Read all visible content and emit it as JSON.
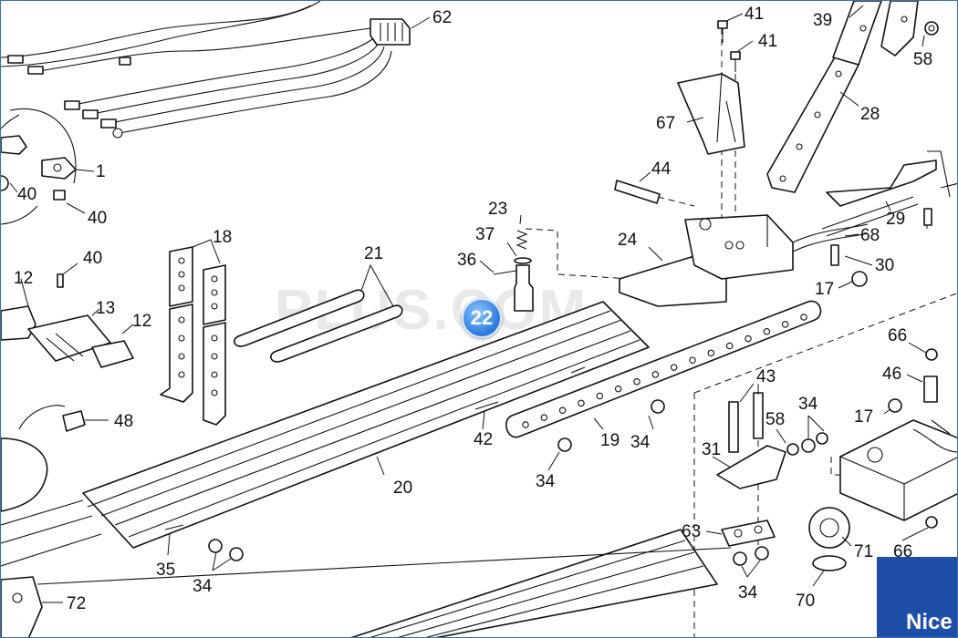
{
  "watermark": "PLUS.COM",
  "badge": "22",
  "brand": "Nice",
  "callouts": {
    "c62": "62",
    "c41a": "41",
    "c41b": "41",
    "c39": "39",
    "c58a": "58",
    "c28": "28",
    "c67": "67",
    "c44": "44",
    "c1": "1",
    "c40a": "40",
    "c40b": "40",
    "c40c": "40",
    "c12a": "12",
    "c12b": "12",
    "c13": "13",
    "c18": "18",
    "c21": "21",
    "c23": "23",
    "c37": "37",
    "c36": "36",
    "c24": "24",
    "c29": "29",
    "c68": "68",
    "c30": "30",
    "c17a": "17",
    "c17b": "17",
    "c66a": "66",
    "c66b": "66",
    "c46": "46",
    "c48": "48",
    "c42": "42",
    "c19": "19",
    "c34a": "34",
    "c34b": "34",
    "c34c": "34",
    "c34d": "34",
    "c34e": "34",
    "c43": "43",
    "c58b": "58",
    "c31": "31",
    "c20": "20",
    "c35": "35",
    "c63": "63",
    "c71": "71",
    "c70": "70",
    "c72": "72"
  }
}
